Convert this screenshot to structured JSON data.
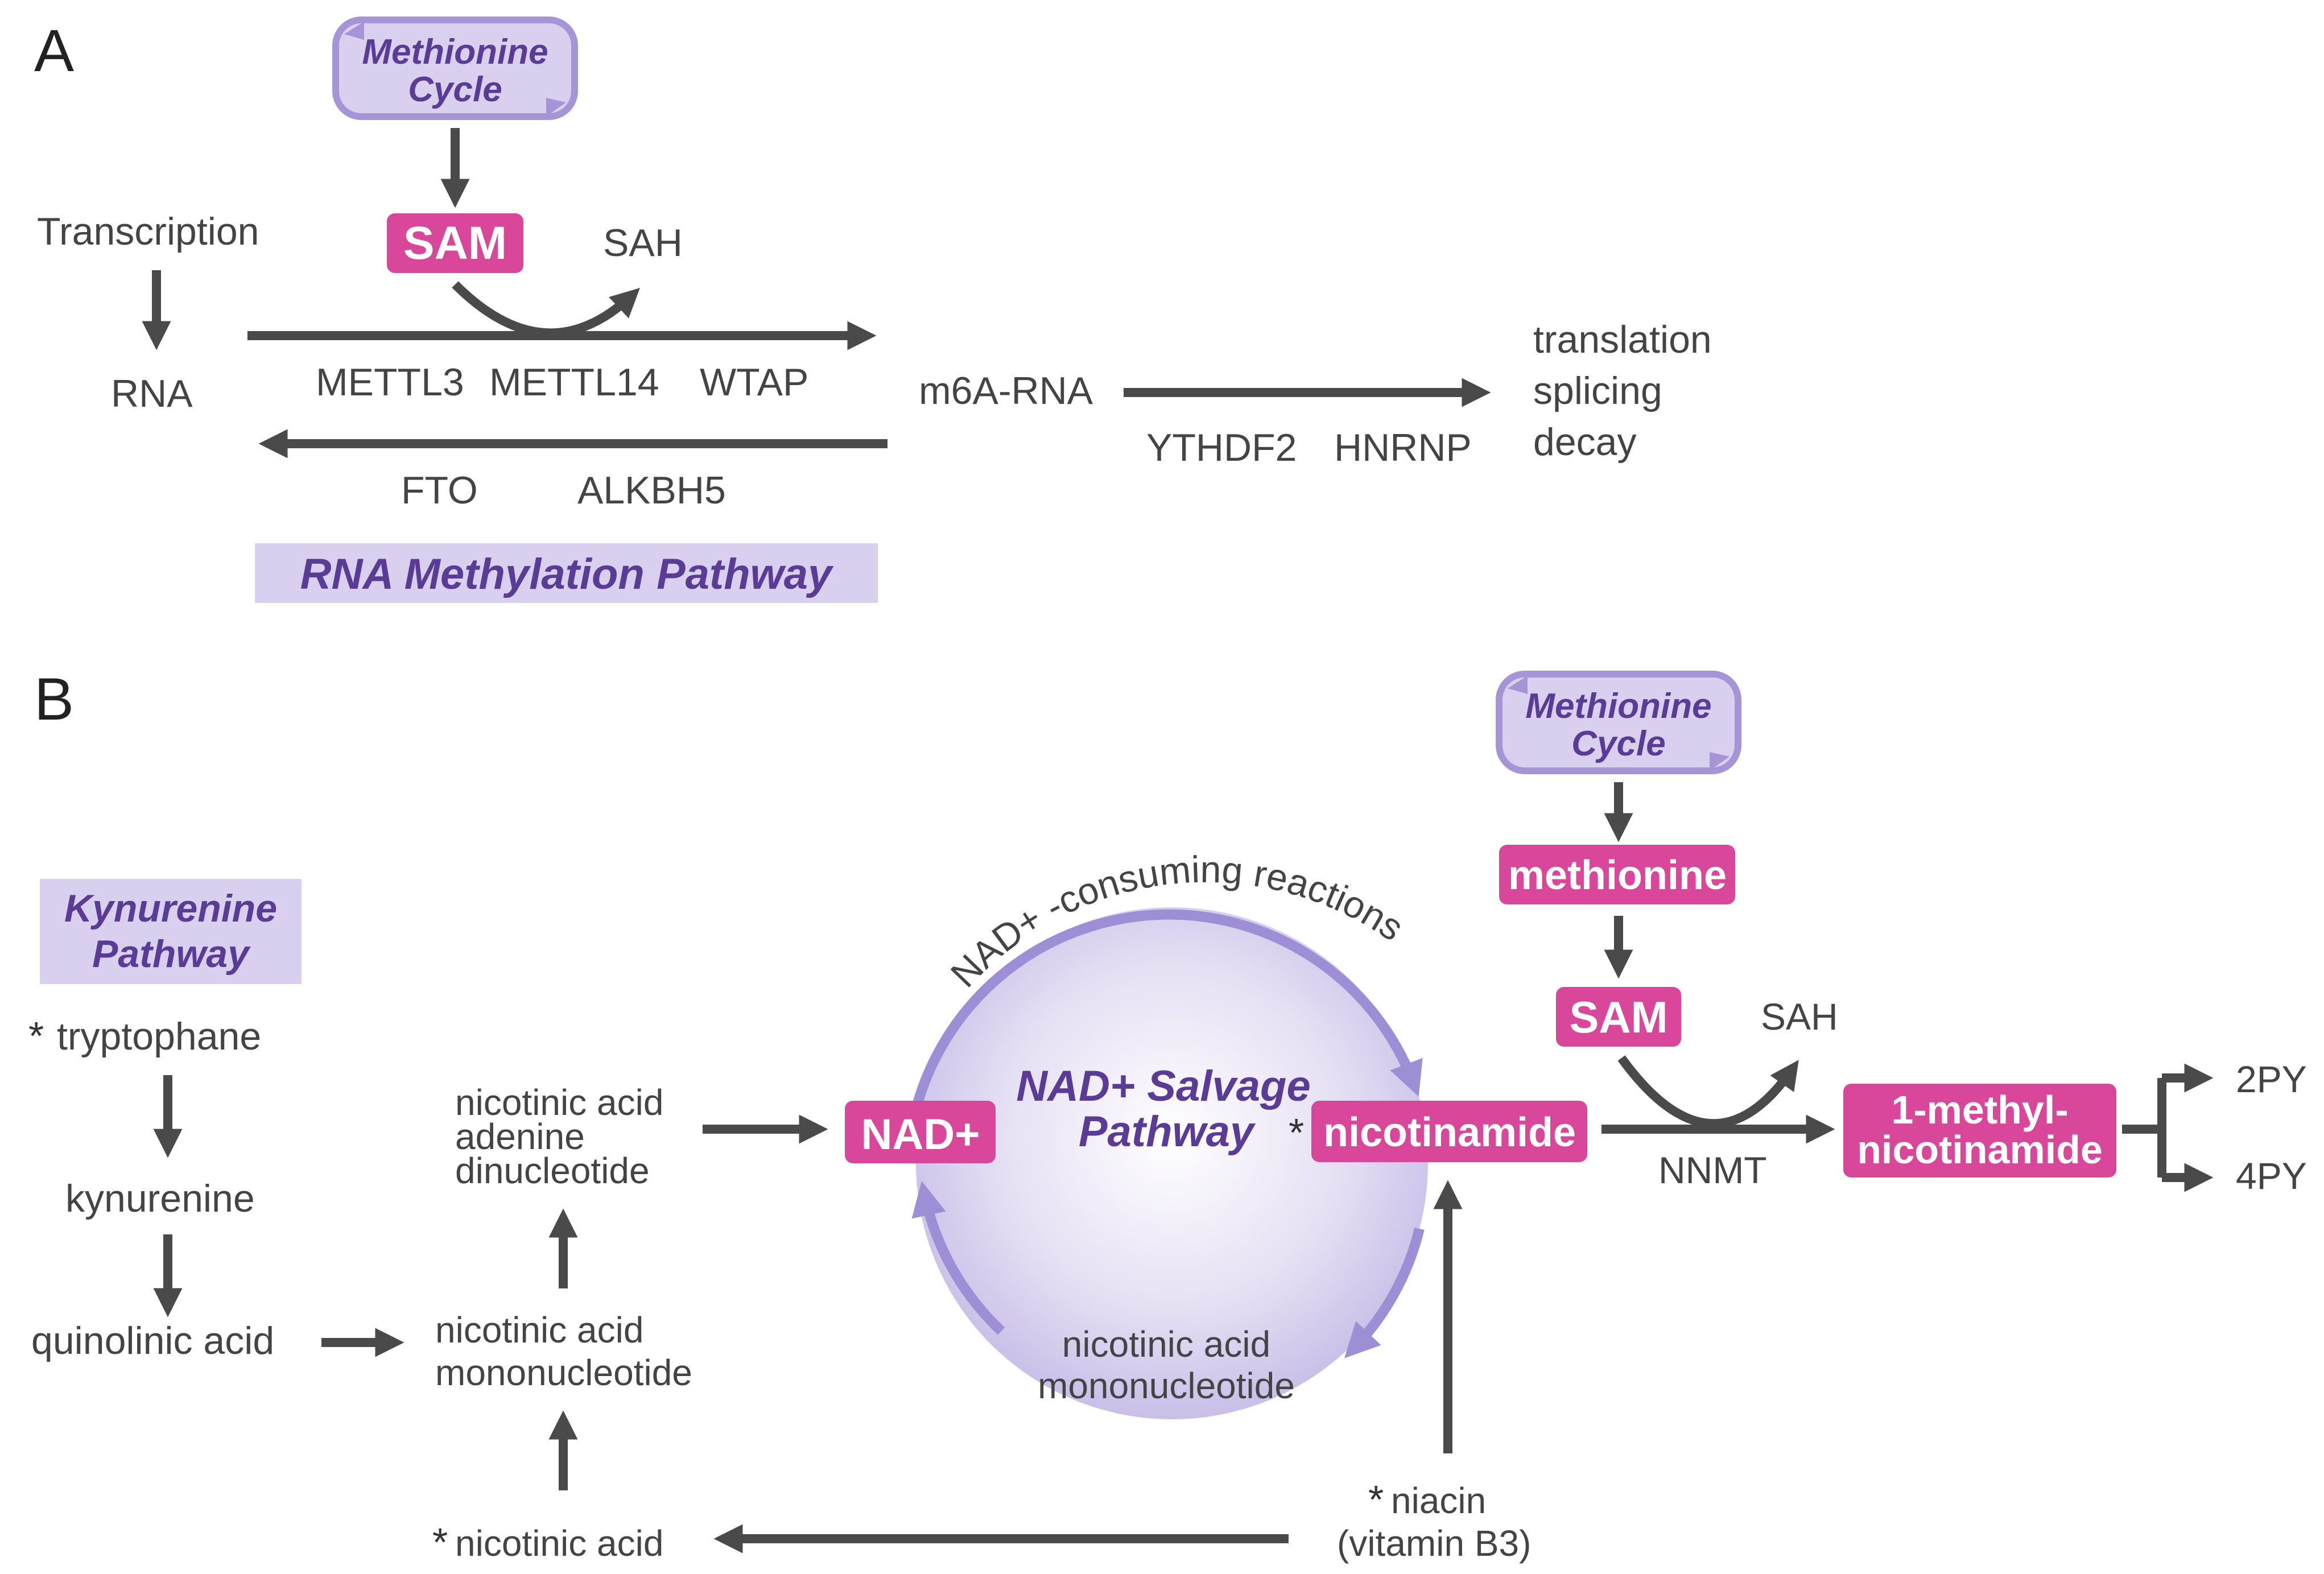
{
  "panels": {
    "a": "A",
    "b": "B"
  },
  "section_a": {
    "methionine_cycle": {
      "line1": "Methionine",
      "line2": "Cycle"
    },
    "sam": "SAM",
    "sah": "SAH",
    "transcription": "Transcription",
    "rna": "RNA",
    "writers": {
      "mettl3": "METTL3",
      "mettl14": "METTL14",
      "wtap": "WTAP"
    },
    "m6a_rna": "m6A-RNA",
    "erasers": {
      "fto": "FTO",
      "alkbh5": "ALKBH5"
    },
    "readers": {
      "ythdf2": "YTHDF2",
      "hnrnp": "HNRNP"
    },
    "outcomes": {
      "translation": "translation",
      "splicing": "splicing",
      "decay": "decay"
    },
    "pathway_title": "RNA Methylation Pathway"
  },
  "section_b": {
    "kynurenine_pathway": {
      "line1": "Kynurenine",
      "line2": "Pathway"
    },
    "tryptophane": "tryptophane",
    "kynurenine": "kynurenine",
    "quinolinic_acid": "quinolinic acid",
    "namn_left": {
      "line1": "nicotinic acid",
      "line2": "mononucleotide"
    },
    "naad": {
      "line1": "nicotinic acid",
      "line2": "adenine",
      "line3": "dinucleotide"
    },
    "nicotinic_acid": "nicotinic acid",
    "nad_plus": "NAD+",
    "consuming_reactions": "NAD+ -consuming reactions",
    "salvage": {
      "line1": "NAD+ Salvage",
      "line2": "Pathway"
    },
    "nicotinamide": "nicotinamide",
    "namn_circle": {
      "line1": "nicotinic acid",
      "line2": "mononucleotide"
    },
    "niacin": {
      "line1": "niacin",
      "line2": "(vitamin  B3)"
    },
    "methionine_cycle": {
      "line1": "Methionine",
      "line2": "Cycle"
    },
    "methionine": "methionine",
    "sam": "SAM",
    "sah": "SAH",
    "nnmt": "NNMT",
    "mnam": {
      "line1": "1-methyl-",
      "line2": "nicotinamide"
    },
    "py2": "2PY",
    "py4": "4PY",
    "asterisk": "*"
  },
  "colors": {
    "pill_magenta": "#d9479a",
    "lavender_fill": "#d8d0ee",
    "lavender_stroke": "#a594d6",
    "circle_arrow": "#9d8ed6",
    "title_purple": "#5a3c96",
    "arrow_gray": "#4a4a4a"
  }
}
